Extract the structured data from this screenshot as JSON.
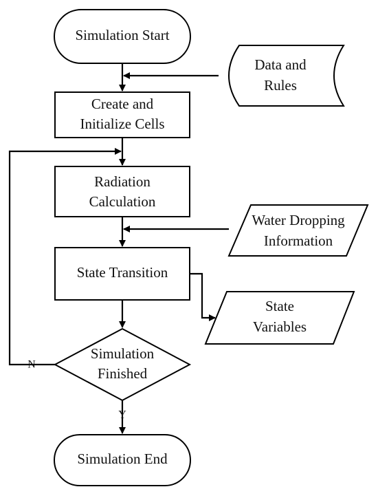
{
  "nodes": {
    "start": {
      "label": "Simulation Start"
    },
    "data_rules": {
      "line1": "Data and",
      "line2": "Rules"
    },
    "create_cells": {
      "line1": "Create and",
      "line2": "Initialize Cells"
    },
    "radiation": {
      "line1": "Radiation",
      "line2": "Calculation"
    },
    "water_dropping": {
      "line1": "Water Dropping",
      "line2": "Information"
    },
    "state_transition": {
      "label": "State Transition"
    },
    "state_variables": {
      "line1": "State",
      "line2": "Variables"
    },
    "decision": {
      "line1": "Simulation",
      "line2": "Finished"
    },
    "end": {
      "label": "Simulation End"
    }
  },
  "edge_labels": {
    "no": "N",
    "yes": "Y"
  },
  "colors": {
    "stroke": "#000000",
    "fill": "#ffffff",
    "text": "#111111"
  }
}
